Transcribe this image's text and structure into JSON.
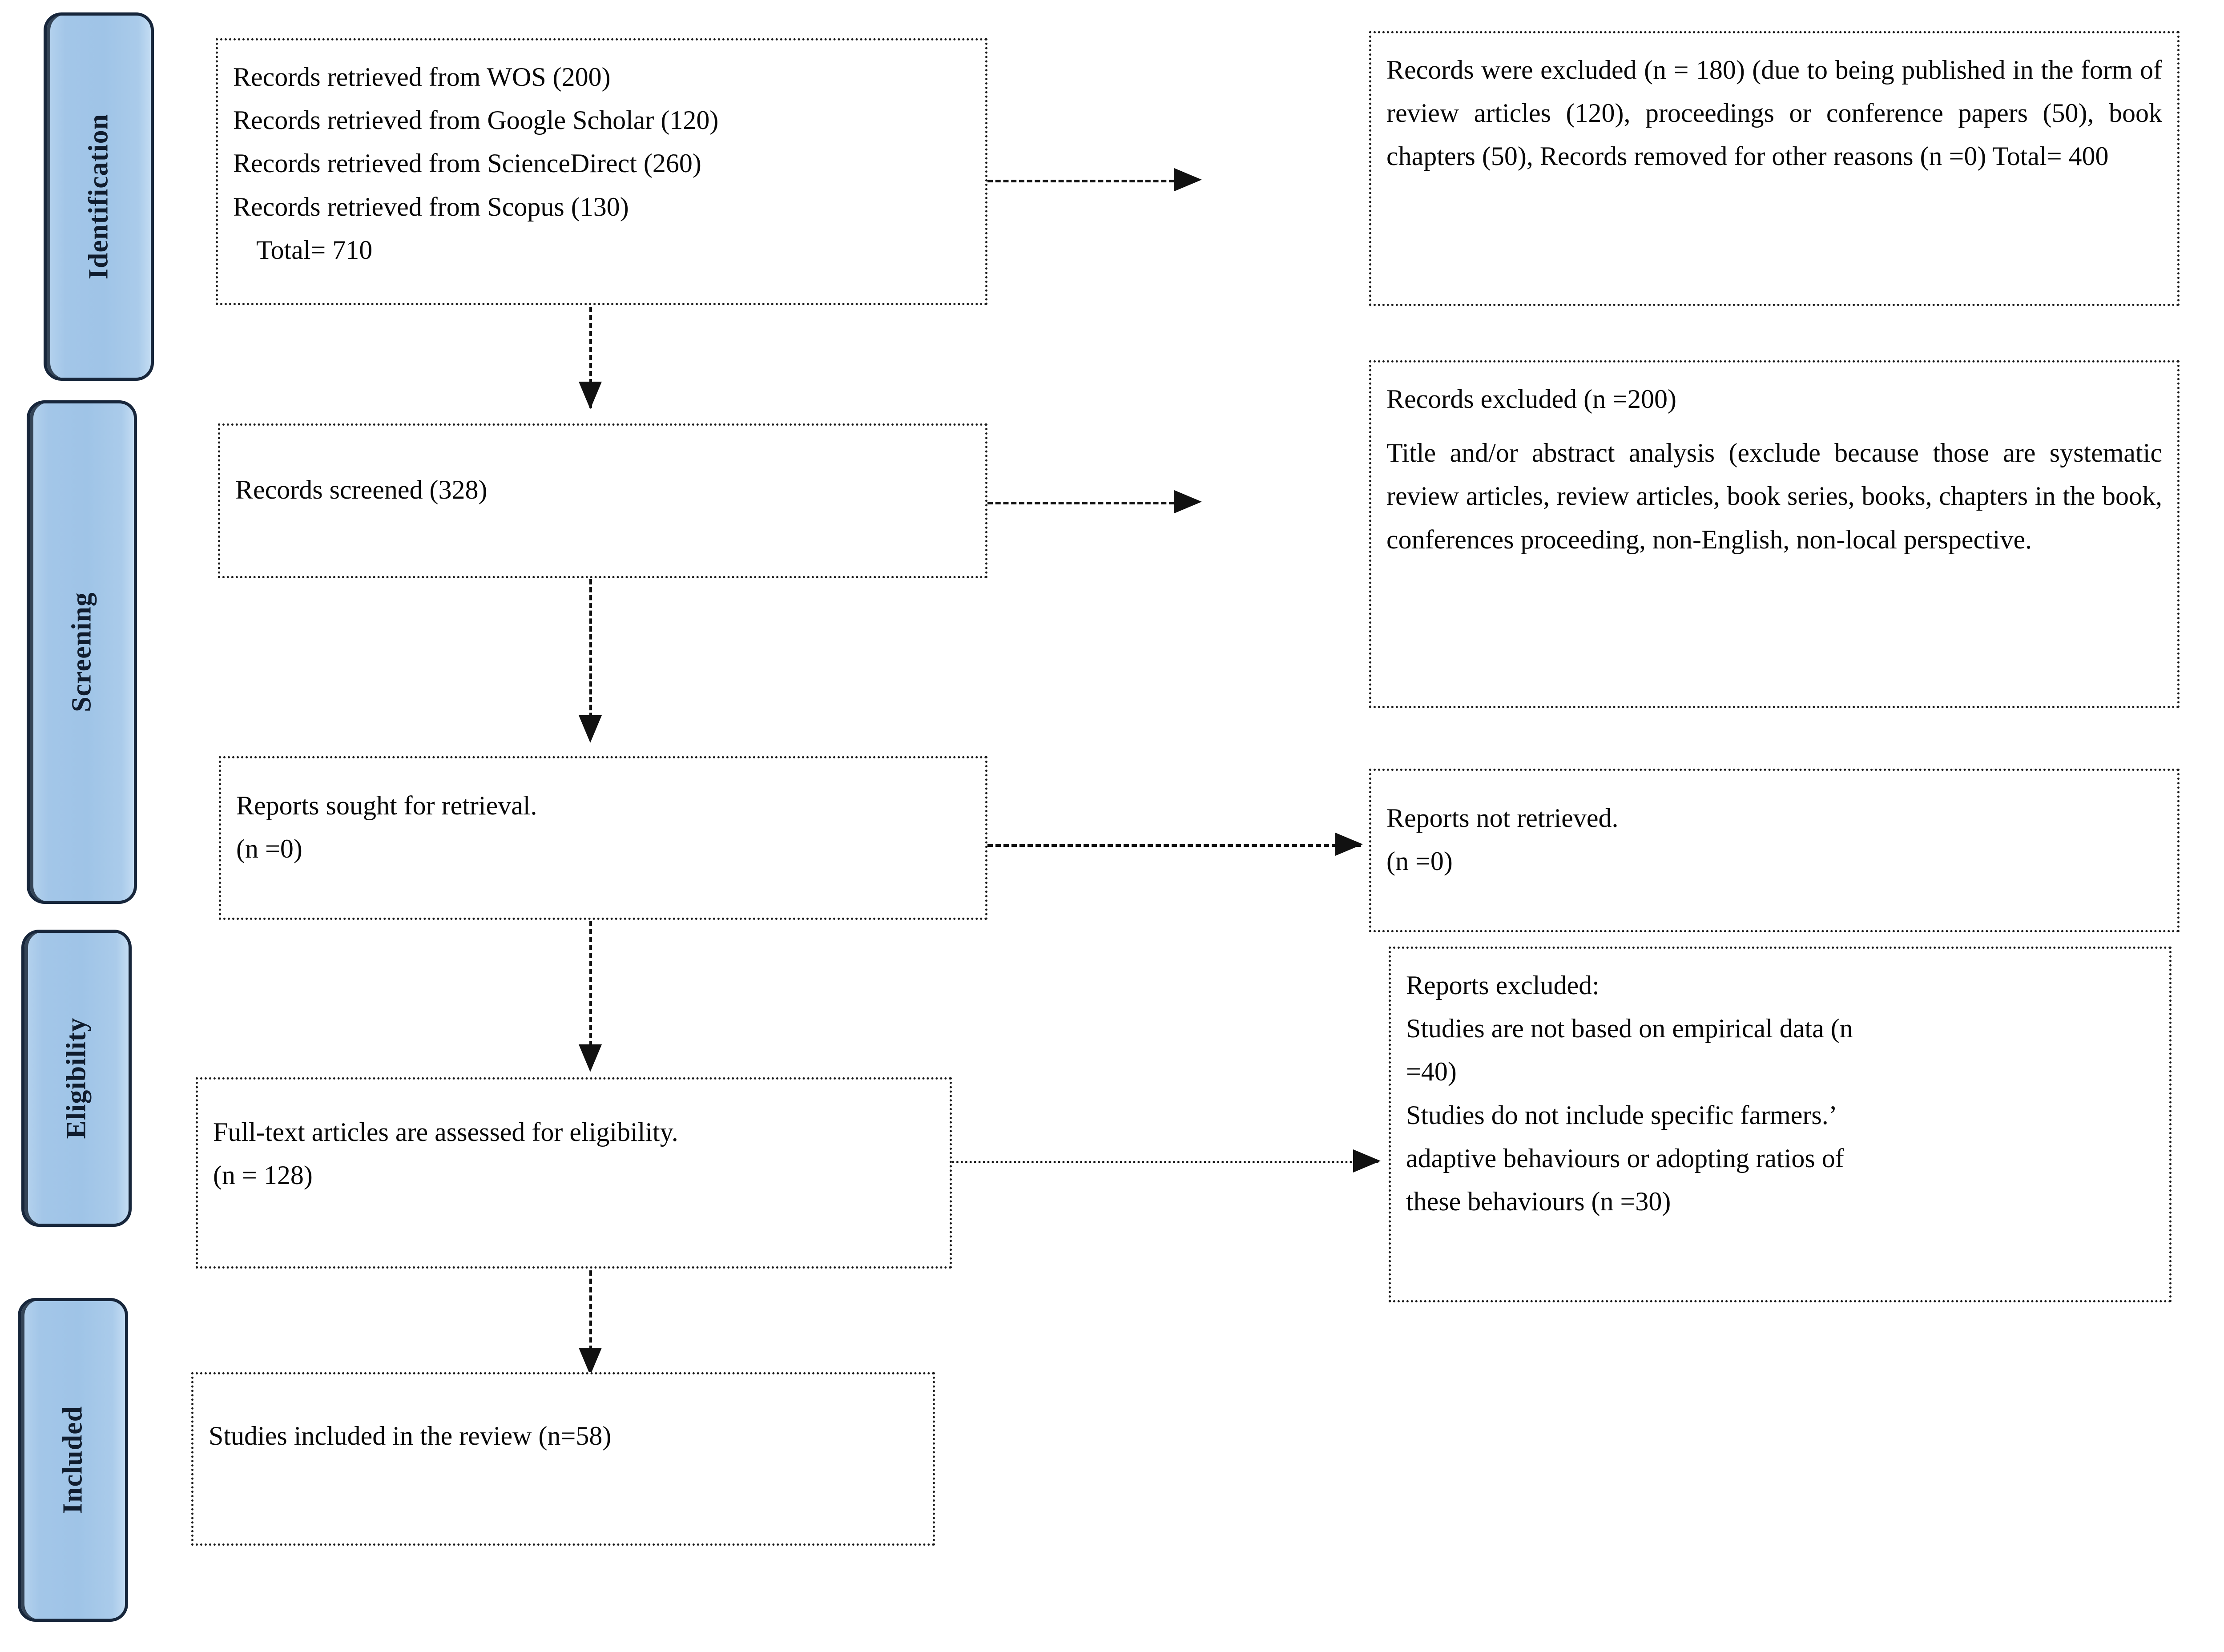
{
  "diagram": {
    "title": "PRISMA flow diagram",
    "accent_color": "#9fc4e7",
    "bar_border_color": "#17263b",
    "box_border_color": "#1a1a1a",
    "text_color": "#080808"
  },
  "stages": [
    {
      "label": "Identification"
    },
    {
      "label": "Screening"
    },
    {
      "label": "Eligibility"
    },
    {
      "label": "Included"
    }
  ],
  "boxes": {
    "identification_records": {
      "lines": [
        "Records retrieved from WOS (200)",
        "Records retrieved from Google Scholar (120)",
        "Records retrieved from ScienceDirect (260)",
        "Records retrieved from Scopus (130)",
        "Total= 710"
      ]
    },
    "identification_excluded": {
      "text": "Records were excluded (n = 180) (due to being published in the form of review articles (120), proceedings or conference papers (50), book chapters (50), Records removed for other reasons (n =0) Total= 400"
    },
    "records_screened": {
      "lines": [
        "Records screened (328)"
      ]
    },
    "records_excluded": {
      "lines": [
        "Records excluded (n =200)"
      ],
      "text": "Title and/or abstract analysis (exclude because those are systematic review articles, review articles, book series, books, chapters in the book, conferences proceeding, non-English, non-local perspective."
    },
    "reports_sought": {
      "lines": [
        "Reports sought for retrieval.",
        "(n =0)"
      ]
    },
    "reports_not_retrieved": {
      "lines": [
        "Reports not retrieved.",
        "(n =0)"
      ]
    },
    "full_text_assessed": {
      "lines": [
        "Full-text articles are assessed for eligibility.",
        "(n = 128)"
      ]
    },
    "reports_excluded": {
      "lines": [
        "Reports excluded:",
        "Studies are not based on empirical data (n",
        "=40)",
        "Studies do not include specific farmers.’",
        "adaptive behaviours or adopting ratios of",
        "these behaviours (n =30)"
      ]
    },
    "studies_included": {
      "lines": [
        "Studies included in the review (n=58)"
      ]
    }
  }
}
